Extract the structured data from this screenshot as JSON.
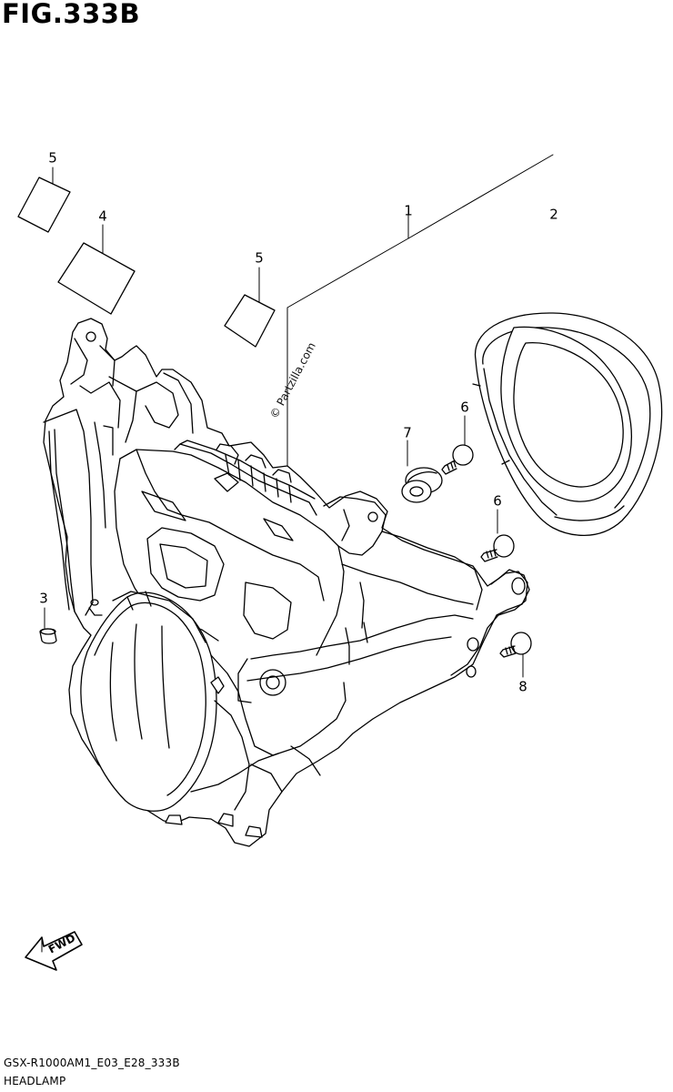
{
  "figure": {
    "title": "FIG.333B",
    "drawing_code": "GSX-R1000AM1_E03_E28_333B",
    "name": "HEADLAMP",
    "watermark": "© Partzilla.com",
    "fwd_label": "FWD"
  },
  "callouts": [
    {
      "id": "c5a",
      "number": "5"
    },
    {
      "id": "c4",
      "number": "4"
    },
    {
      "id": "c1",
      "number": "1"
    },
    {
      "id": "c2",
      "number": "2"
    },
    {
      "id": "c5b",
      "number": "5"
    },
    {
      "id": "c6a",
      "number": "6"
    },
    {
      "id": "c7",
      "number": "7"
    },
    {
      "id": "c6b",
      "number": "6"
    },
    {
      "id": "c3",
      "number": "3"
    },
    {
      "id": "c8",
      "number": "8"
    }
  ],
  "colors": {
    "line": "#000000",
    "background": "#ffffff"
  }
}
